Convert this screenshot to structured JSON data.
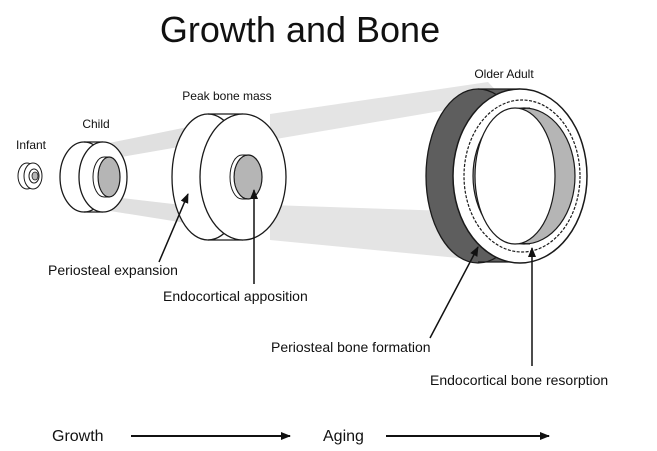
{
  "diagram": {
    "title": "Growth and Bone",
    "stages": {
      "infant": "Infant",
      "child": "Child",
      "peak": "Peak bone mass",
      "older": "Older Adult"
    },
    "annotations": {
      "periosteal_expansion": "Periosteal expansion",
      "endocortical_apposition": "Endocortical apposition",
      "periosteal_formation": "Periosteal bone formation",
      "endocortical_resorption": "Endocortical bone resorption"
    },
    "timeline": {
      "growth": "Growth",
      "aging": "Aging"
    },
    "colors": {
      "ring_face": "#ffffff",
      "outline": "#1a1a1a",
      "cavity": "#b5b5b5",
      "outer_dark": "#5e5e5e",
      "beam": "#e2e2e2"
    }
  }
}
